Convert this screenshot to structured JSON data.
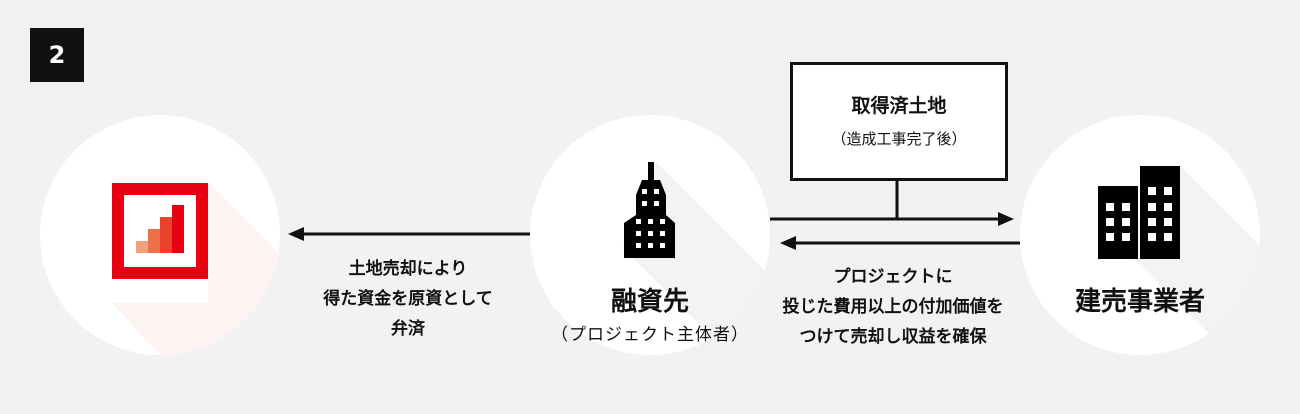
{
  "step_number": "2",
  "nodes": {
    "lender": {
      "icon": "bank-chart-logo-icon"
    },
    "borrower": {
      "title": "融資先",
      "subtitle": "（プロジェクト主体者）",
      "icon": "tower-building-icon"
    },
    "builder": {
      "title": "建売事業者",
      "icon": "office-buildings-icon"
    }
  },
  "land_box": {
    "title": "取得済土地",
    "subtitle": "（造成工事完了後）"
  },
  "flows": {
    "repayment": [
      "土地売却により",
      "得た資金を原資として",
      "弁済"
    ],
    "sale": [
      "プロジェクトに",
      "投じた費用以上の付加価値を",
      "つけて売却し収益を確保"
    ]
  },
  "colors": {
    "red": "#e60012",
    "bar1": "#f0a07a",
    "bar2": "#ec7048",
    "bar3": "#e8432a"
  }
}
